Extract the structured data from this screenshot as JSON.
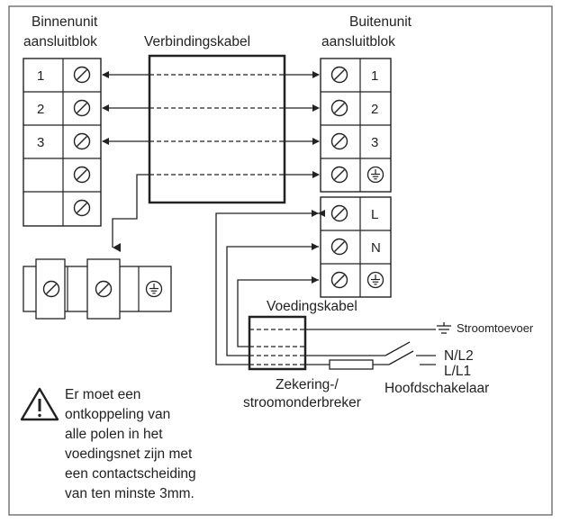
{
  "labels": {
    "indoor_block_line1": "Binnenunit",
    "indoor_block_line2": "aansluitblok",
    "connection_cable": "Verbindingskabel",
    "outdoor_block_line1": "Buitenunit",
    "outdoor_block_line2": "aansluitblok",
    "power_cable": "Voedingskabel",
    "power_supply": "Stroomtoevoer",
    "n_l2": "N/L2",
    "l_l1": "L/L1",
    "fuse_line1": "Zekering-/",
    "fuse_line2": "stroomonderbreker",
    "main_switch": "Hoofdschakelaar"
  },
  "indoor_terminals": [
    "1",
    "2",
    "3",
    "",
    ""
  ],
  "outdoor_terminals": [
    "1",
    "2",
    "3"
  ],
  "power_terminals": [
    "L",
    "N"
  ],
  "warning": {
    "lines": [
      "Er moet een",
      "ontkoppeling van",
      "alle polen in het",
      "voedingsnet zijn met",
      "een contactscheiding",
      "van ten minste 3mm."
    ]
  },
  "colors": {
    "line": "#222222",
    "border": "#555555"
  }
}
